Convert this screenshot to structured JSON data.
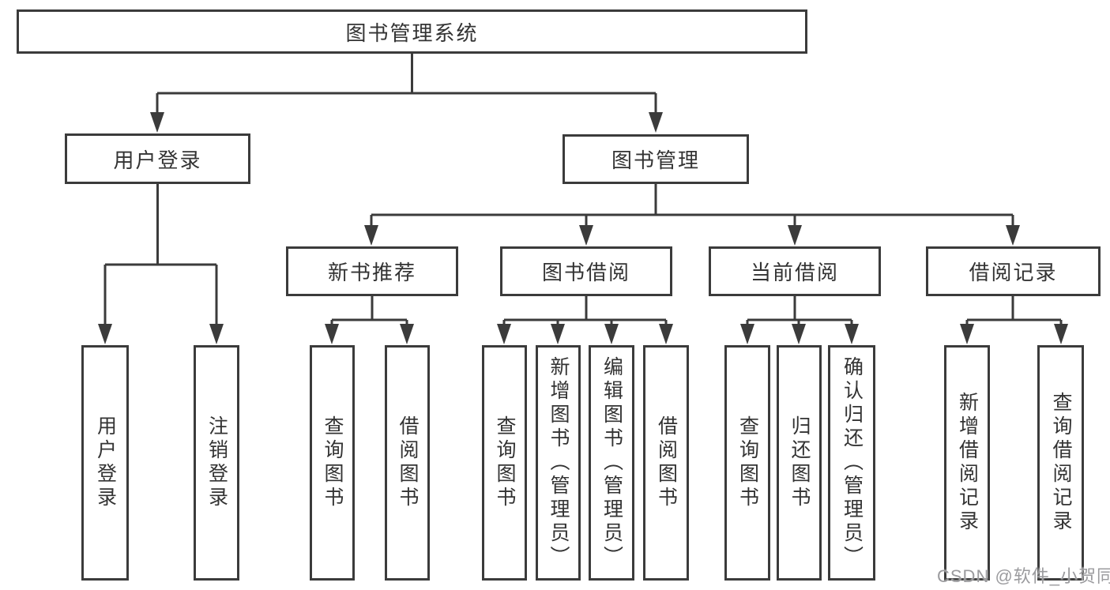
{
  "watermark": "CSDN @软件_小贺同学",
  "colors": {
    "line": "#3b3b3b",
    "text": "#333333",
    "watermark": "#9b9b9e",
    "background": "#ffffff"
  },
  "diagram": {
    "root": "图书管理系统",
    "user_login": {
      "label": "用户登录",
      "children": [
        "用户登录",
        "注销登录"
      ]
    },
    "book_mgmt": {
      "label": "图书管理",
      "sections": [
        {
          "label": "新书推荐",
          "children": [
            "查询图书",
            "借阅图书"
          ]
        },
        {
          "label": "图书借阅",
          "children": [
            "查询图书",
            "新增图书（管理员）",
            "编辑图书（管理员）",
            "借阅图书"
          ]
        },
        {
          "label": "当前借阅",
          "children": [
            "查询图书",
            "归还图书",
            "确认归还（管理员）"
          ]
        },
        {
          "label": "借阅记录",
          "children": [
            "新增借阅记录",
            "查询借阅记录"
          ]
        }
      ]
    }
  }
}
